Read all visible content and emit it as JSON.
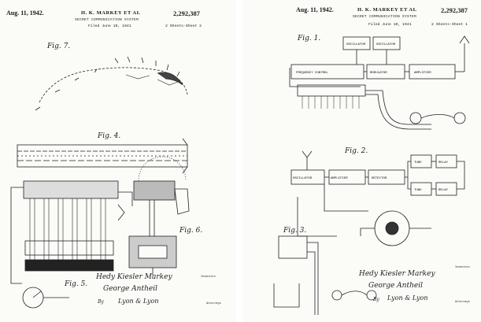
{
  "sheets": {
    "left": {
      "date": "Aug. 11, 1942.",
      "inventors_header": "H. K. MARKEY ET AL",
      "patent_number": "2,292,387",
      "title": "SECRET COMMUNICATION SYSTEM",
      "filed": "Filed June 10, 1941",
      "sheet_info": "2 Sheets-Sheet 2",
      "figures": {
        "fig7": "Fig. 7.",
        "fig4": "Fig. 4.",
        "fig5": "Fig. 5.",
        "fig6": "Fig. 6."
      },
      "inventors_caption": "Inventors",
      "signature_1": "Hedy Kiesler Markey",
      "signature_2": "George Antheil",
      "by": "By",
      "attorney_signature": "Lyon & Lyon",
      "attorneys": "Attorneys"
    },
    "right": {
      "date": "Aug. 11, 1942.",
      "inventors_header": "H. K. MARKEY ET AL",
      "patent_number": "2,292,387",
      "title": "SECRET COMMUNICATION SYSTEM",
      "filed": "Filed June 10, 1941",
      "sheet_info": "2 Sheets-Sheet 1",
      "figures": {
        "fig1": "Fig. 1.",
        "fig2": "Fig. 2.",
        "fig3": "Fig. 3."
      },
      "inventors_caption": "Inventors",
      "signature_1": "Hedy Kiesler Markey",
      "signature_2": "George Antheil",
      "by": "By",
      "attorney_signature": "Lyon & Lyon",
      "attorneys": "Attorneys",
      "block_labels": {
        "oscillator": "OSCILLATOR",
        "frequency_control": "FREQUENCY CONTROL",
        "modulator": "MODULATOR",
        "amplifier": "AMPLIFIER",
        "detector": "DETECTOR",
        "relay": "RELAY",
        "tune": "TUNE"
      }
    }
  }
}
